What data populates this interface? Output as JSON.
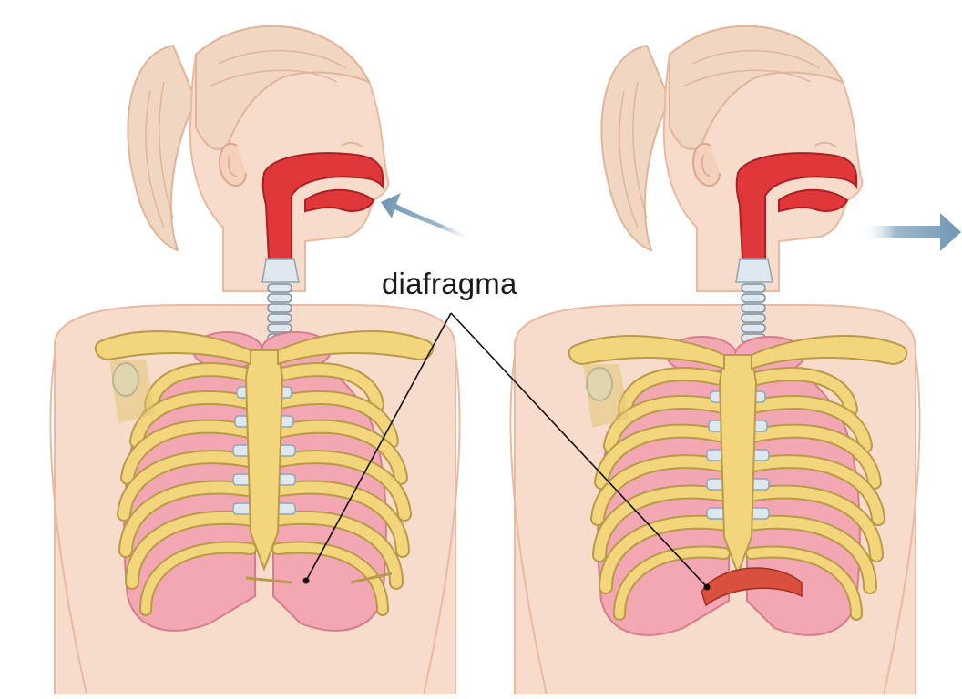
{
  "label": "diafragma",
  "colors": {
    "skin": "#f7dccb",
    "skin_outline": "#e8b9a3",
    "hair": "#f1d6c2",
    "hair_line": "#dfb59b",
    "airway": "#e0373a",
    "lung": "#f2a7b2",
    "rib": "#f3d67c",
    "rib_outline": "#b89a4a",
    "cartilage": "#dfe8ee",
    "diaphragm": "#d9503e",
    "arrow": "#7fa2bd",
    "leader": "#111111"
  },
  "figures": [
    {
      "side": "left",
      "airflow": "inhalation",
      "arrow_direction": "into-mouth"
    },
    {
      "side": "right",
      "airflow": "exhalation",
      "arrow_direction": "out-of-mouth"
    }
  ]
}
